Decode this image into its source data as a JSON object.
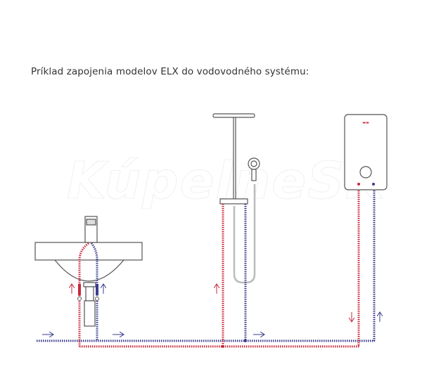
{
  "title": "Príklad zapojenia modelov ELX do vodovodného systému:",
  "watermark": "KúpelneSK",
  "colors": {
    "hot": "#c8283a",
    "cold": "#3a3d8f",
    "outline": "#555555",
    "hose": "#bbbbbb"
  },
  "components": [
    "washbasin-faucet",
    "shower-set",
    "instantaneous-water-heater-elx"
  ]
}
